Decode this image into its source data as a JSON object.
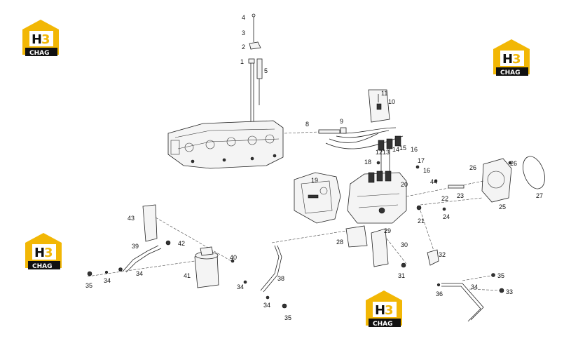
{
  "logos": [
    {
      "id": "logo-top-left",
      "text": "CHAG"
    },
    {
      "id": "logo-top-right",
      "text": "CHAG"
    },
    {
      "id": "logo-mid-left",
      "text": "CHAG"
    },
    {
      "id": "logo-bottom-center",
      "text": "CHAG"
    }
  ],
  "callouts": [
    "4",
    "3",
    "2",
    "1",
    "5",
    "11",
    "10",
    "8",
    "9",
    "12",
    "13",
    "14",
    "15",
    "16",
    "17",
    "18",
    "16",
    "44",
    "19",
    "20",
    "22",
    "23",
    "26",
    "26",
    "27",
    "25",
    "24",
    "21",
    "43",
    "42",
    "39",
    "40",
    "41",
    "38",
    "28",
    "29",
    "30",
    "31",
    "32",
    "35",
    "34",
    "34",
    "34",
    "34",
    "35",
    "35",
    "34",
    "36",
    "33"
  ],
  "colors": {
    "logo_yellow": "#f2b705",
    "logo_black": "#111111",
    "line": "#222222"
  }
}
